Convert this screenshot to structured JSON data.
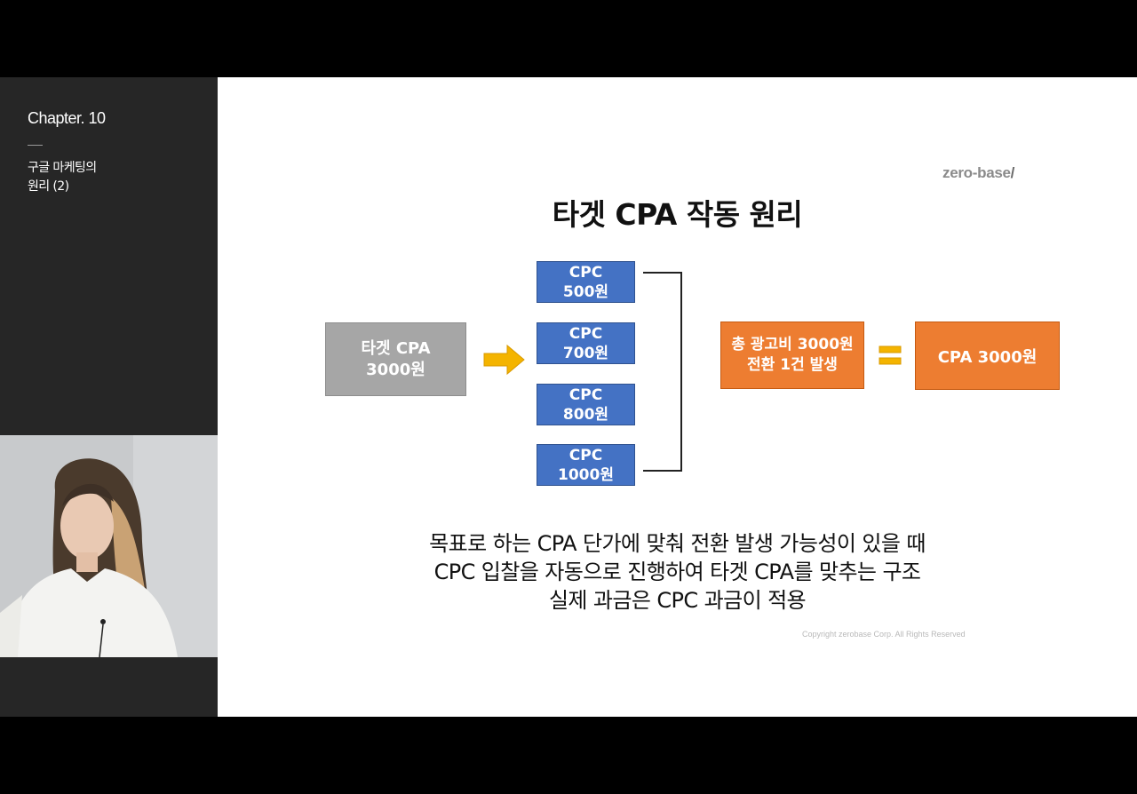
{
  "sidebar": {
    "chapter": "Chapter. 10",
    "lesson_title": "구글 마케팅의\n원리 (2)"
  },
  "slide": {
    "brand": "zero-base",
    "brand_slash": "/",
    "title": "타겟 CPA 작동 원리",
    "target_box": "타겟 CPA\n3000원",
    "cpc_boxes": [
      "CPC\n500원",
      "CPC\n700원",
      "CPC\n800원",
      "CPC\n1000원"
    ],
    "total_box": "총 광고비 3000원\n전환 1건 발생",
    "result_box": "CPA 3000원",
    "description": [
      "목표로 하는 CPA 단가에 맞춰 전환 발생 가능성이 있을 때",
      "CPC 입찰을 자동으로 진행하여 타겟 CPA를 맞추는 구조",
      "실제 과금은 CPC 과금이 적용"
    ],
    "copyright": "Copyright zerobase Corp. All Rights Reserved"
  },
  "colors": {
    "cpc_blue": "#4472c4",
    "target_gray": "#a6a6a6",
    "orange": "#ed7d31",
    "arrow_yellow": "#f4b400"
  }
}
